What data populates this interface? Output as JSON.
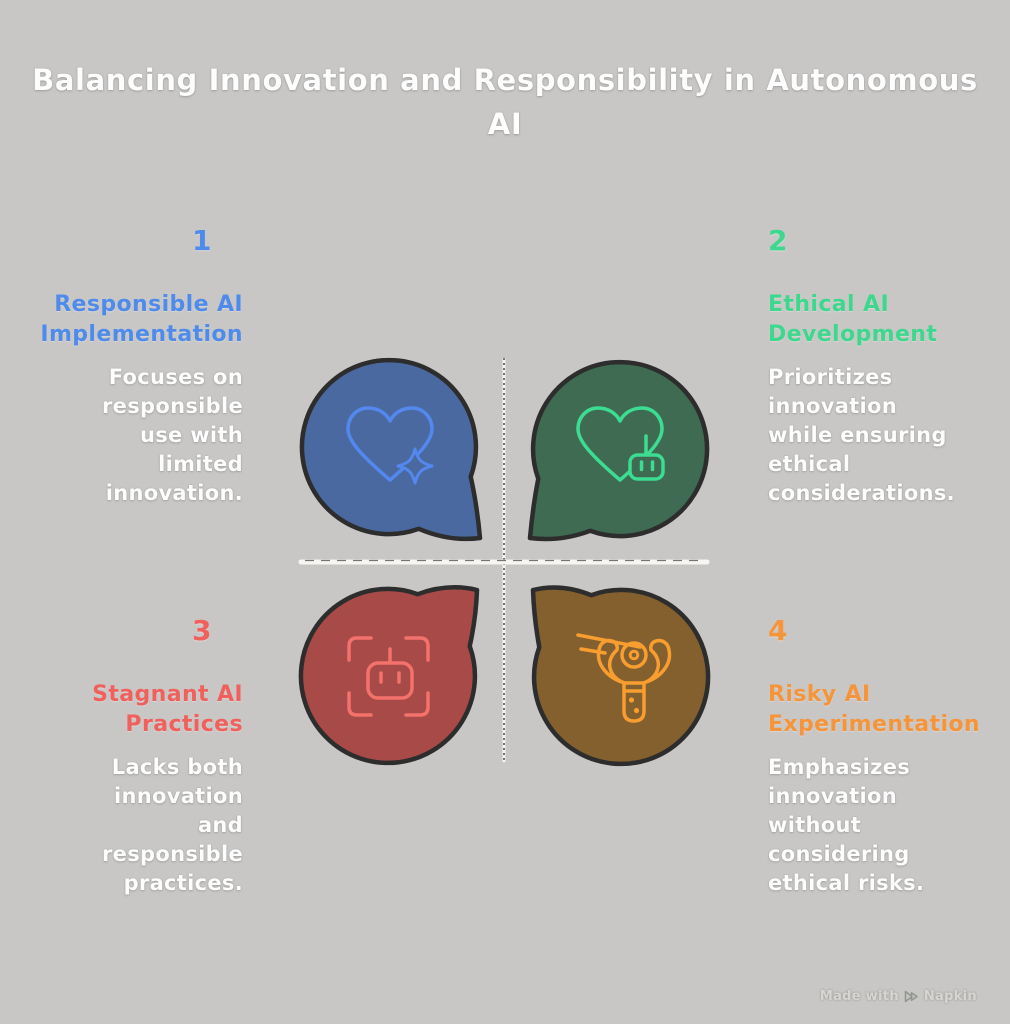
{
  "title": "Balancing Innovation and Responsibility in Autonomous\nAI",
  "quadrants": [
    {
      "number": "1",
      "heading": "Responsible AI\nImplementation",
      "body": "Focuses on\nresponsible\nuse with\nlimited\ninnovation.",
      "accent": "#4e8bea",
      "bubble_fill": "#4a69a0",
      "bubble_icon": "heart-sparkle-icon",
      "icon_stroke": "#5488ee"
    },
    {
      "number": "2",
      "heading": "Ethical AI\nDevelopment",
      "body": "Prioritizes\ninnovation\nwhile ensuring\nethical\nconsiderations.",
      "accent": "#3dd88e",
      "bubble_fill": "#3e6b51",
      "bubble_icon": "heart-robot-icon",
      "icon_stroke": "#3cdc93"
    },
    {
      "number": "3",
      "heading": "Stagnant AI\nPractices",
      "body": "Lacks both\ninnovation\nand\nresponsible\npractices.",
      "accent": "#f0605d",
      "bubble_fill": "#a84b48",
      "bubble_icon": "robot-scan-frame-icon",
      "icon_stroke": "#f4726b"
    },
    {
      "number": "4",
      "heading": "Risky AI\nExperimentation",
      "body": "Emphasizes\ninnovation\nwithout\nconsidering\nethical risks.",
      "accent": "#f5953b",
      "bubble_fill": "#85602f",
      "bubble_icon": "robot-arm-icon",
      "icon_stroke": "#f89d2f"
    }
  ],
  "axis": {
    "line_color": "#f7f6f3",
    "dash_color": "#4a4a47",
    "outline_color": "#2d2d2d"
  },
  "colors": {
    "background": "#c9c7c5",
    "text": "#fdfdfd"
  },
  "watermark": {
    "prefix": "Made with",
    "brand": "Napkin"
  }
}
